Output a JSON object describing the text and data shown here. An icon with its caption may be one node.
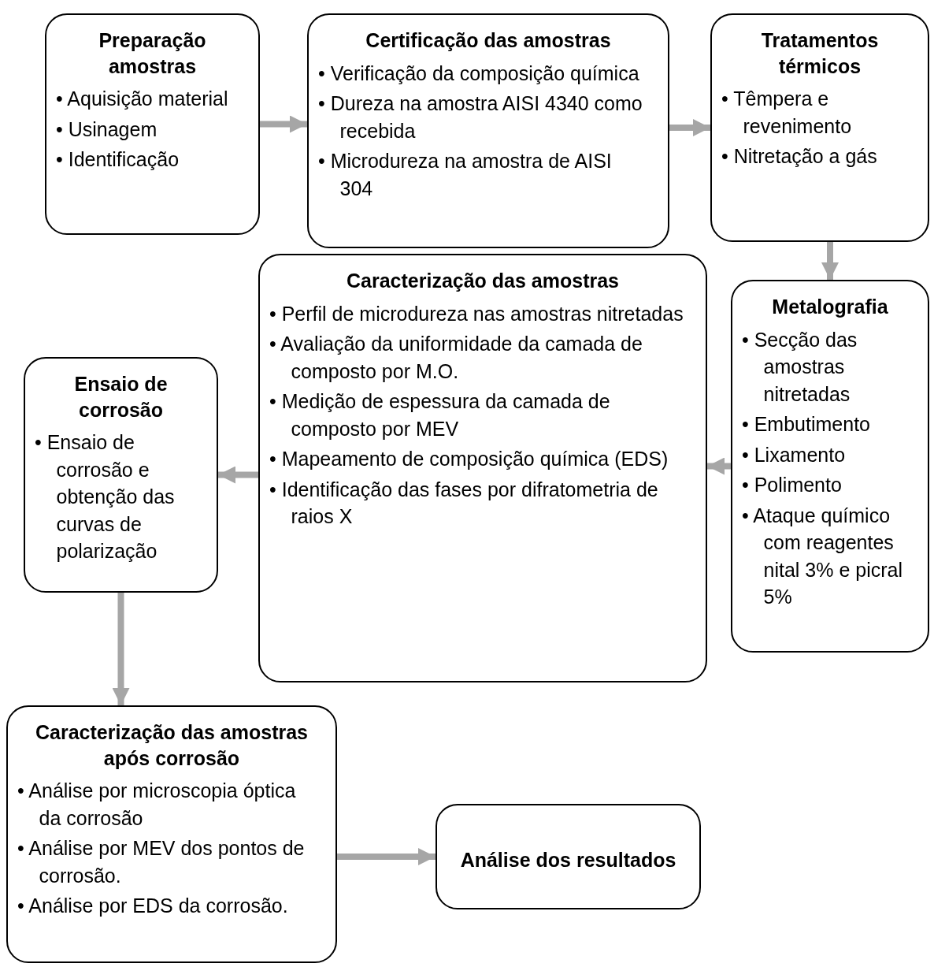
{
  "diagram": {
    "nodes": [
      {
        "text": [
          "Preparação amostras",
          "• Aquisição material",
          "• Usinagem",
          "• Identificação"
        ]
      },
      {
        "text": [
          "Certificação das amostras",
          "• Verificação da composição química",
          "• Dureza na amostra AISI 4340 como recebida",
          "• Microdureza na amostra de AISI 304"
        ]
      },
      {
        "text": [
          "Tratamentos térmicos",
          "• Têmpera e revenimento",
          "• Nitretação a gás"
        ]
      },
      {
        "text": [
          "Metalografia",
          "• Secção das amostras nitretadas",
          "• Embutimento",
          "• Lixamento",
          "• Polimento",
          "• Ataque químico com reagentes nital 3% e picral 5%"
        ]
      },
      {
        "text": [
          "Caracterização das amostras",
          "• Perfil de microdureza nas amostras nitretadas",
          "• Avaliação da uniformidade da camada de composto por M.O.",
          "• Medição de espessura da camada de composto por MEV",
          "• Mapeamento de composição química (EDS)",
          "• Identificação das fases por difratometria de raios X"
        ]
      },
      {
        "text": [
          "Ensaio de corrosão",
          "• Ensaio de corrosão e obtenção das curvas de polarização"
        ]
      },
      {
        "text": [
          "Caracterização das amostras após corrosão",
          "• Análise por microscopia óptica da corrosão",
          "• Análise por MEV dos pontos de corrosão.",
          "• Análise por EDS da corrosão."
        ]
      },
      {
        "text": [
          "Análise dos resultados"
        ]
      }
    ],
    "edges": [
      {
        "from": 0,
        "to": 1,
        "arrow": "to"
      },
      {
        "from": 1,
        "to": 2,
        "arrow": "to"
      },
      {
        "from": 2,
        "to": 3,
        "arrow": "to"
      },
      {
        "from": 3,
        "to": 4,
        "arrow": "to"
      },
      {
        "from": 4,
        "to": 5,
        "arrow": "to"
      },
      {
        "from": 5,
        "to": 6,
        "arrow": "to"
      },
      {
        "from": 6,
        "to": 7,
        "arrow": "to"
      }
    ]
  }
}
